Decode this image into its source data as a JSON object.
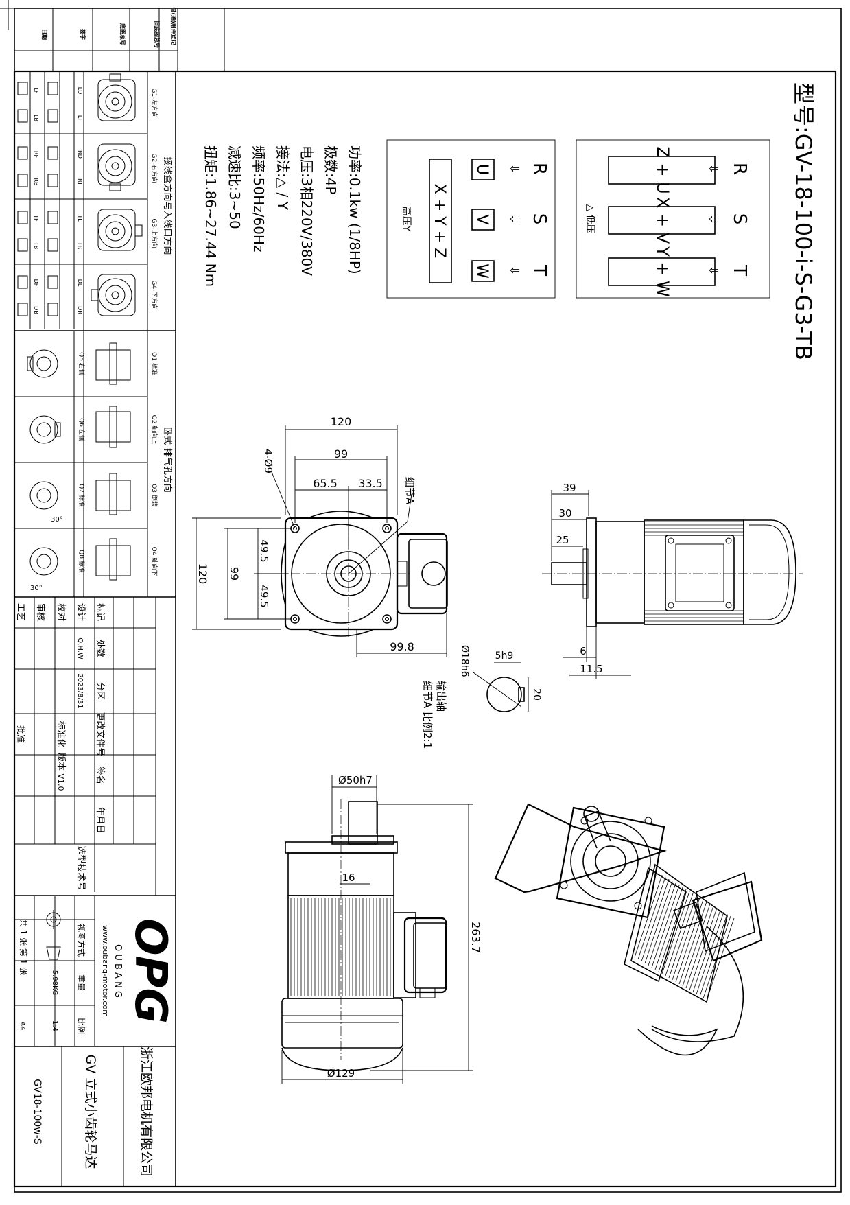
{
  "model_title": "型号:GV-18-100-i-S-G3-TB",
  "specs": {
    "power": "功率:0.1kw (1/8HP)",
    "poles": "极数:4P",
    "voltage": "电压:3相220V/380V",
    "connection": "接法:△ / Y",
    "frequency": "频率:50Hz/60Hz",
    "ratio": "减速比:3~50",
    "torque": "扭矩:1.86~27.44 Nm"
  },
  "wiring_low": {
    "label": "△ 低压",
    "terminals": [
      "R",
      "S",
      "T"
    ],
    "combos": [
      "Z + U",
      "X + V",
      "Y + W"
    ]
  },
  "wiring_high": {
    "label": "高压Y",
    "terminals": [
      "R",
      "S",
      "T"
    ],
    "singles": [
      "U",
      "V",
      "W"
    ],
    "star": "X + Y + Z"
  },
  "junction_title": "接线盒方向与入线口方向",
  "junction_views": [
    "G1-左方向",
    "G2-右方向",
    "G3-上方向",
    "G4-下方向"
  ],
  "junction_codes": [
    [
      "LD",
      "LT",
      "LF",
      "LB"
    ],
    [
      "RD",
      "RT",
      "RF",
      "RB"
    ],
    [
      "TL",
      "TR",
      "TF",
      "TB"
    ],
    [
      "DL",
      "DR",
      "DF",
      "DB"
    ]
  ],
  "vent_title": "卧式-排气孔方向",
  "vent_views": [
    "Q1 标准",
    "Q2 轴向上",
    "Q3 倒装",
    "Q4 轴向下"
  ],
  "vent_sub": [
    "Q5 右侧",
    "Q6 左侧",
    "Q7 标准",
    "Q8 标准"
  ],
  "angle_label": "30°",
  "dims": {
    "flange_w": "120",
    "bolt_pitch": "99",
    "off_a": "65.5",
    "off_b": "33.5",
    "holes": "4-Ø9",
    "half_a": "49.5",
    "half_b": "49.5",
    "vert_120": "120",
    "vert_99": "99",
    "box_off": "99.8",
    "detail_callout": "细节A",
    "shaft_dia": "Ø18h6",
    "key_w": "5h9",
    "key_h": "20",
    "output_shaft": "输出轴",
    "detail_scale": "细节A 比例2:1",
    "d39": "39",
    "d30": "30",
    "d25": "25",
    "d6": "6",
    "d115": "11.5",
    "pilot": "Ø50h7",
    "d16": "16",
    "length": "263.7",
    "body_dia": "Ø129"
  },
  "titleblock": {
    "top_labels": [
      "借(通)用件登记",
      "旧底图总号",
      "底图总号",
      "签字",
      "日期"
    ],
    "rev_headers": [
      "标记",
      "处数",
      "分区",
      "更改文件号",
      "签名",
      "年月日"
    ],
    "roles": [
      "设计",
      "校对",
      "审核",
      "工艺",
      "标准化",
      "批准"
    ],
    "designer": "Q.H.W",
    "date": "2023/8/31",
    "version_label": "版本",
    "version": "V1.0",
    "selection_code": "选型技术号",
    "logo": "OPG",
    "brand": "O U B A N G",
    "website": "www.oubang-motor.com",
    "company": "浙江欧邦电机有限公司",
    "product": "GV 立式小齿轮马达",
    "drawing_no": "GV18-100w-S",
    "view_method": "视图方式",
    "weight_label": "重量",
    "weight": "5.98KG",
    "scale_label": "比例",
    "scale": "1:4",
    "sheet_count": "共 1 张 第 1 张",
    "paper": "A4"
  }
}
